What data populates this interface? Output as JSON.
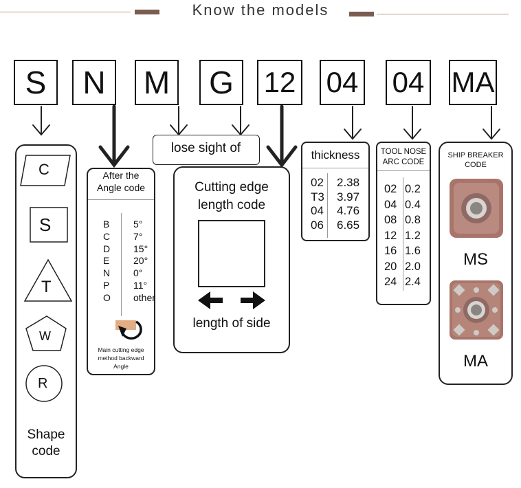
{
  "header": {
    "title": "Know the models"
  },
  "codes": [
    "S",
    "N",
    "M",
    "G",
    "12",
    "04",
    "04",
    "MA"
  ],
  "shape": {
    "shapes": [
      "C",
      "S",
      "T",
      "W",
      "R"
    ],
    "label_line1": "Shape",
    "label_line2": "code"
  },
  "angle": {
    "title_line1": "After the",
    "title_line2": "Angle code",
    "rows": [
      {
        "code": "B",
        "value": "5°"
      },
      {
        "code": "C",
        "value": "7°"
      },
      {
        "code": "D",
        "value": "15°"
      },
      {
        "code": "E",
        "value": "20°"
      },
      {
        "code": "N",
        "value": "0°"
      },
      {
        "code": "P",
        "value": "11°"
      },
      {
        "code": "O",
        "value": "other"
      }
    ],
    "caption_line1": "Main cutting edge",
    "caption_line2": "method backward",
    "caption_line3": "Angle"
  },
  "tolerance": {
    "label": "lose sight of"
  },
  "edge": {
    "title_line1": "Cutting edge",
    "title_line2": "length code",
    "side_label": "length of side"
  },
  "thickness": {
    "title": "thickness",
    "rows": [
      {
        "code": "02",
        "value": "2.38"
      },
      {
        "code": "T3",
        "value": "3.97"
      },
      {
        "code": "04",
        "value": "4.76"
      },
      {
        "code": "06",
        "value": "6.65"
      }
    ]
  },
  "nose": {
    "title_line1": "TOOL NOSE",
    "title_line2": "ARC CODE",
    "rows": [
      {
        "code": "02",
        "value": "0.2"
      },
      {
        "code": "04",
        "value": "0.4"
      },
      {
        "code": "08",
        "value": "0.8"
      },
      {
        "code": "12",
        "value": "1.2"
      },
      {
        "code": "16",
        "value": "1.6"
      },
      {
        "code": "20",
        "value": "2.0"
      },
      {
        "code": "24",
        "value": "2.4"
      }
    ]
  },
  "breaker": {
    "title_line1": "SHIP BREAKER",
    "title_line2": "CODE",
    "items": [
      "MS",
      "MA"
    ]
  },
  "colors": {
    "accent": "#7a5c50",
    "rule": "#b89a8c",
    "insert": "#a9746a",
    "angle_fill": "#e0ad84"
  }
}
